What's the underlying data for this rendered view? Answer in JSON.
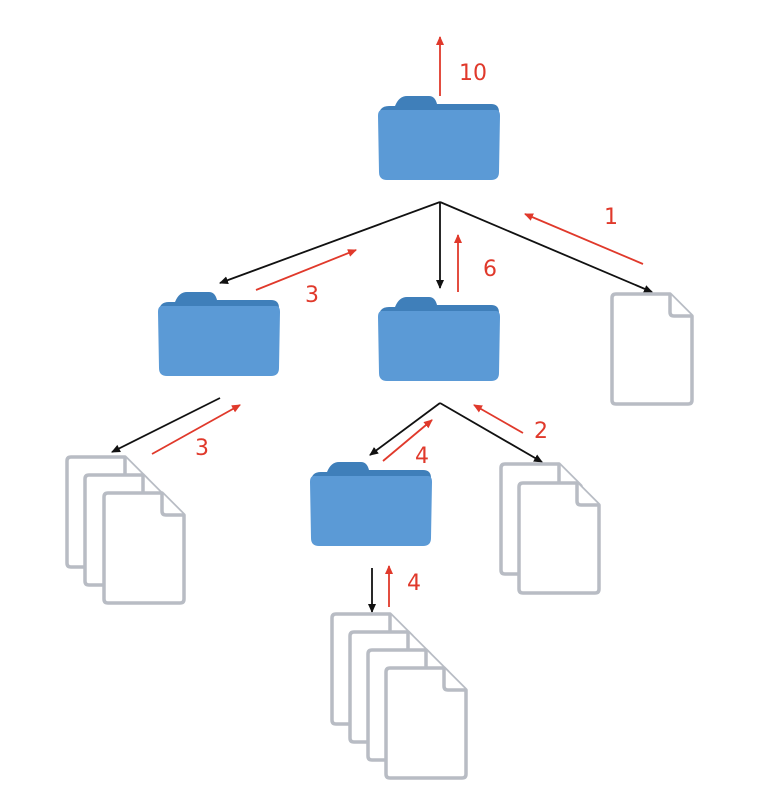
{
  "counts": {
    "root": "10",
    "left_folder": "3",
    "middle_folder": "6",
    "root_file": "1",
    "left_files": "3",
    "middle_files": "2",
    "sub_folder": "4",
    "sub_files": "4"
  },
  "colors": {
    "folder_front": "#5b9ad6",
    "folder_back": "#3f7fba",
    "file_outline": "#b8bcc4",
    "edge_black": "#111111",
    "edge_red": "#e0392b"
  },
  "icons": [
    "folder-icon",
    "file-icon",
    "file-stack-icon"
  ]
}
